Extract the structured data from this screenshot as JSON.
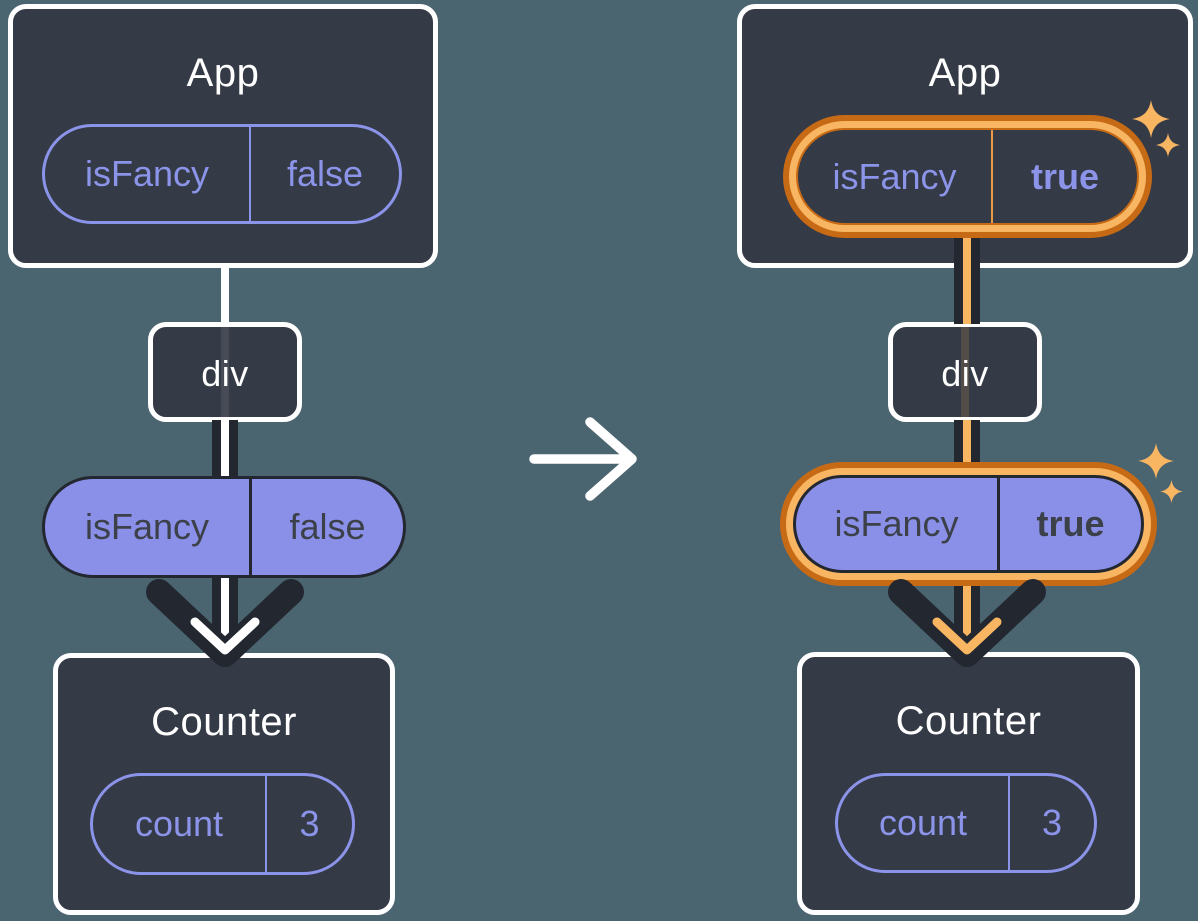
{
  "colors": {
    "background": "#4A6470",
    "surface": "#343A46",
    "surface_border": "#FFFFFF",
    "purple_outline": "#8C94E9",
    "purple_fill": "#8A90E8",
    "ink_dark": "#23272F",
    "ink_on_purple": "#3B4049",
    "highlight_orange_dark": "#C76A15",
    "highlight_orange_light": "#F8B562",
    "flow_white": "#FFFFFF"
  },
  "icons": {
    "transition": "arrow-right-icon",
    "highlight": "sparkles-icon",
    "flow": "arrow-down-icon"
  },
  "left": {
    "app": {
      "title": "App",
      "prop_name": "isFancy",
      "prop_value": "false"
    },
    "div_label": "div",
    "passed_prop": {
      "name": "isFancy",
      "value": "false"
    },
    "counter": {
      "title": "Counter",
      "state_name": "count",
      "state_value": "3"
    }
  },
  "right": {
    "app": {
      "title": "App",
      "prop_name": "isFancy",
      "prop_value": "true"
    },
    "div_label": "div",
    "passed_prop": {
      "name": "isFancy",
      "value": "true"
    },
    "counter": {
      "title": "Counter",
      "state_name": "count",
      "state_value": "3"
    }
  }
}
